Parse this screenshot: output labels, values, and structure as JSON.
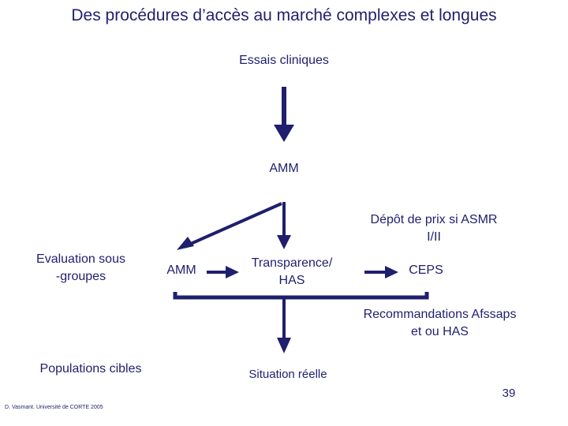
{
  "slide": {
    "title": "Des procédures d’accès au marché complexes et longues",
    "page_number": "39",
    "credit": "D. Vasmant. Université de CORTE 2005",
    "accent_color": "#1f1f6e",
    "nodes": {
      "essais_cliniques": "Essais cliniques",
      "amm_top": "AMM",
      "depot_prix": "Dépôt de prix si ASMR\nI/II",
      "evaluation_sous_groupes": "Evaluation sous\n-groupes",
      "amm_mid": "AMM",
      "transparence_has": "Transparence/\nHAS",
      "ceps": "CEPS",
      "recommandations": "Recommandations Afssaps\net ou HAS",
      "populations_cibles": "Populations cibles",
      "situation_reelle": "Situation réelle"
    },
    "arrows": [
      {
        "name": "arrow-essais-to-amm",
        "from": "essais_cliniques",
        "to": "amm_top"
      },
      {
        "name": "arrow-amm-to-transparence",
        "from": "amm_top",
        "to": "transparence_has"
      },
      {
        "name": "arrow-amm-to-evaluation",
        "from": "amm_top",
        "to": "evaluation_sous_groupes"
      },
      {
        "name": "arrow-amm-mid-to-transparence",
        "from": "amm_mid",
        "to": "transparence_has"
      },
      {
        "name": "arrow-transparence-to-ceps",
        "from": "transparence_has",
        "to": "ceps"
      },
      {
        "name": "arrow-bracket-to-situation",
        "from": "transparence_has",
        "to": "situation_reelle"
      }
    ]
  }
}
